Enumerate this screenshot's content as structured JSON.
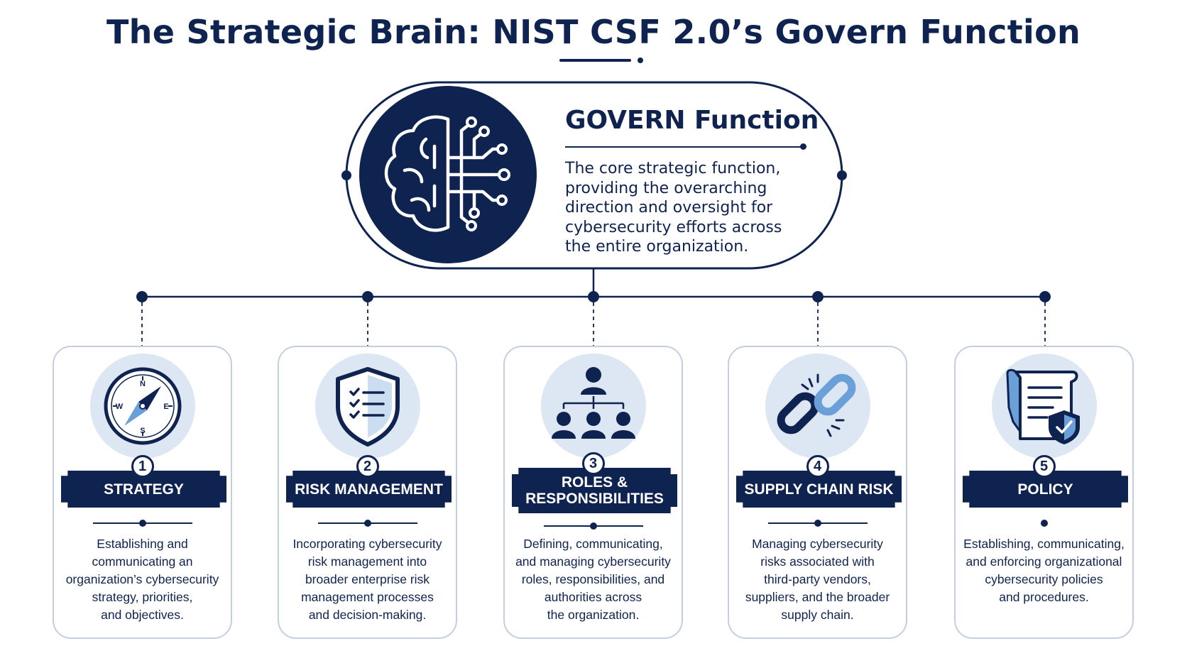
{
  "title": "The Strategic Brain: NIST CSF 2.0’s Govern Function",
  "hero": {
    "title": "GOVERN Function",
    "description": "The core strategic function, providing the overarching direction and oversight for cybersecurity efforts across the entire organization.",
    "icon": "brain-circuit-icon"
  },
  "cards": [
    {
      "number": "1",
      "label": "STRATEGY",
      "icon": "compass-icon",
      "compass": {
        "n": "N",
        "s": "S",
        "e": "E",
        "w": "W"
      },
      "description": "Establishing and\ncommunicating an\norganization’s cybersecurity\nstrategy, priorities,\nand objectives."
    },
    {
      "number": "2",
      "label": "RISK MANAGEMENT",
      "icon": "shield-checklist-icon",
      "description": "Incorporating cybersecurity\nrisk management into\nbroader enterprise risk\nmanagement processes\nand decision-making."
    },
    {
      "number": "3",
      "label_line1": "ROLES &",
      "label_line2": "RESPONSIBILITIES",
      "icon": "org-chart-icon",
      "description": "Defining, communicating,\nand managing cybersecurity\nroles, responsibilities, and\nauthorities across\nthe organization."
    },
    {
      "number": "4",
      "label": "SUPPLY CHAIN RISK",
      "icon": "broken-chain-icon",
      "description": "Managing cybersecurity\nrisks associated with\nthird-party vendors,\nsuppliers, and the broader\nsupply chain."
    },
    {
      "number": "5",
      "label": "POLICY",
      "icon": "policy-document-shield-icon",
      "description": "Establishing, communicating,\nand enforcing organizational\ncybersecurity policies\nand procedures."
    }
  ],
  "colors": {
    "navy": "#0f2350",
    "icon_bg": "#dde6f3",
    "accent_blue": "#6a9fd8",
    "card_border": "#c3cfe0"
  }
}
